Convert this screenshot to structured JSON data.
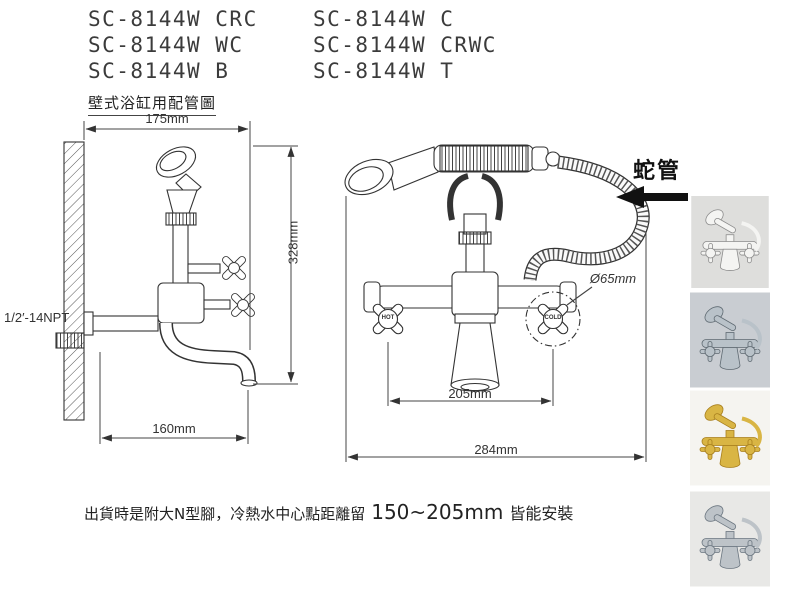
{
  "models": {
    "rows": [
      {
        "left": "SC-8144W CRC",
        "right": "SC-8144W C"
      },
      {
        "left": "SC-8144W WC",
        "right": "SC-8144W CRWC"
      },
      {
        "left": "SC-8144W B",
        "right": "SC-8144W T"
      }
    ]
  },
  "diagram_title": "壁式浴缸用配管圖",
  "left_view": {
    "dim_width_top": "175mm",
    "dim_height": "328mm",
    "dim_spout_reach": "160mm",
    "thread_spec": "1/2′-14NPT"
  },
  "front_view": {
    "handle_hot": "HOT",
    "handle_cold": "COLD",
    "dim_handle_diameter": "Ø65mm",
    "dim_handle_centers": "205mm",
    "dim_overall_width": "284mm"
  },
  "hose_label": "蛇管",
  "note": {
    "prefix": "出貨時是附大N型腳，冷熱水中心點距離留",
    "range": "150~205mm",
    "suffix": "皆能安裝"
  },
  "photos": [
    {
      "name": "white-finish-photo",
      "color": "#f4f4f2",
      "bg": "#dededc"
    },
    {
      "name": "chrome-finish-photo",
      "color": "#b9c2c9",
      "bg": "#c9cdd2"
    },
    {
      "name": "gold-finish-photo",
      "color": "#d9b544",
      "bg": "#f5f4f0"
    },
    {
      "name": "chrome-finish-photo-2",
      "color": "#bdc3c8",
      "bg": "#e8e8e6"
    }
  ]
}
